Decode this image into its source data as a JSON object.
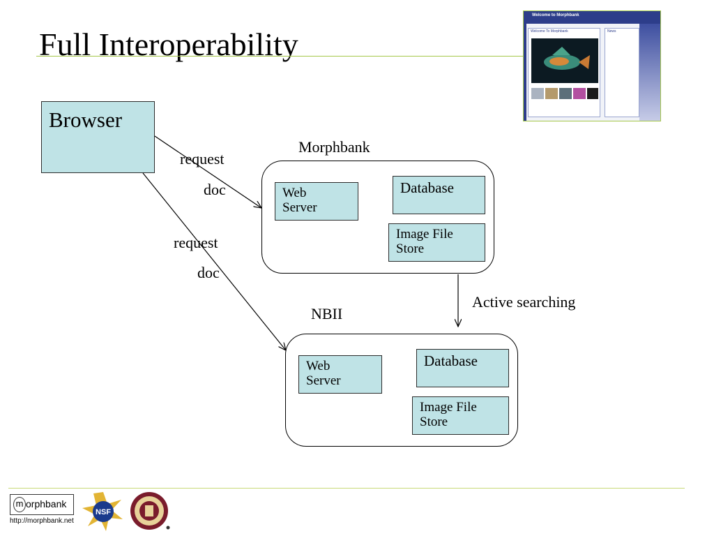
{
  "slide": {
    "title": "Full Interoperability"
  },
  "diagram": {
    "browser_label": "Browser",
    "morphbank_label": "Morphbank",
    "nbii_label": "NBII",
    "request_label_1": "request",
    "doc_label_1": "doc",
    "request_label_2": "request",
    "doc_label_2": "doc",
    "active_searching_label": "Active searching",
    "morphbank_web_server": "Web Server",
    "morphbank_database": "Database",
    "morphbank_image_store": "Image File Store",
    "nbii_web_server": "Web Server",
    "nbii_database": "Database",
    "nbii_image_store": "Image File Store"
  },
  "thumbnail": {
    "header_title": "Welcome to Morphbank",
    "panel_title": "Welcome To Morphbank",
    "news_title": "News"
  },
  "footer": {
    "logo_text": "orphbank",
    "logo_initial": "m",
    "url": "http://morphbank.net",
    "nsf_text": "NSF"
  },
  "colors": {
    "box_fill": "#bfe3e6",
    "rule": "#a6c84a"
  }
}
